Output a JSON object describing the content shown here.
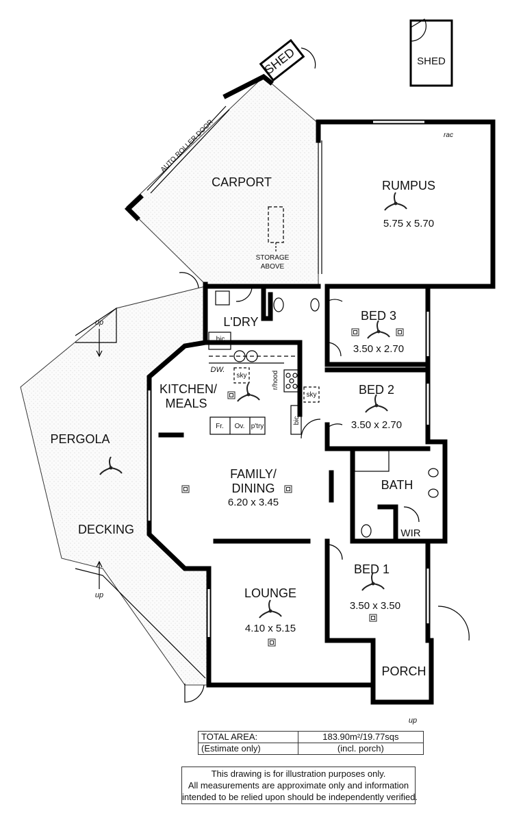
{
  "rooms": {
    "shed_left": "SHED",
    "shed_right": "SHED",
    "carport": "CARPORT",
    "auto_roller_door": "AUTO ROLLER DOOR",
    "storage_above_1": "STORAGE",
    "storage_above_2": "ABOVE",
    "rumpus": "RUMPUS",
    "rumpus_size": "5.75 x 5.70",
    "rac": "rac",
    "laundry": "L'DRY",
    "bed3": "BED 3",
    "bed3_size": "3.50 x 2.70",
    "kitchen_1": "KITCHEN/",
    "kitchen_2": "MEALS",
    "bed2": "BED 2",
    "bed2_size": "3.50 x 2.70",
    "pergola": "PERGOLA",
    "bath": "BATH",
    "family_1": "FAMILY/",
    "family_2": "DINING",
    "family_size": "6.20 x 3.45",
    "decking": "DECKING",
    "wir": "WIR",
    "bed1": "BED 1",
    "bed1_size": "3.50 x 3.50",
    "lounge": "LOUNGE",
    "lounge_size": "4.10 x 5.15",
    "porch": "PORCH"
  },
  "fixtures": {
    "bic_laundry": "bic",
    "dw": "DW.",
    "sky_kitchen": "sky",
    "rhood": "r/hood",
    "sky_hall": "sky",
    "fridge": "Fr.",
    "oven": "Ov.",
    "pantry": "p'try",
    "bic_hall": "bic"
  },
  "stairs": {
    "up_top": "up",
    "up_bottom": "up",
    "up_porch": "up"
  },
  "area": {
    "label_1": "TOTAL AREA:",
    "label_2": "(Estimate only)",
    "value_1": "183.90m²/19.77sqs",
    "value_2": "(incl. porch)"
  },
  "disclaimer": [
    "This drawing is for illustration purposes only.",
    "All measurements are approximate only and information",
    "intended to be relied upon should be independently verified."
  ]
}
